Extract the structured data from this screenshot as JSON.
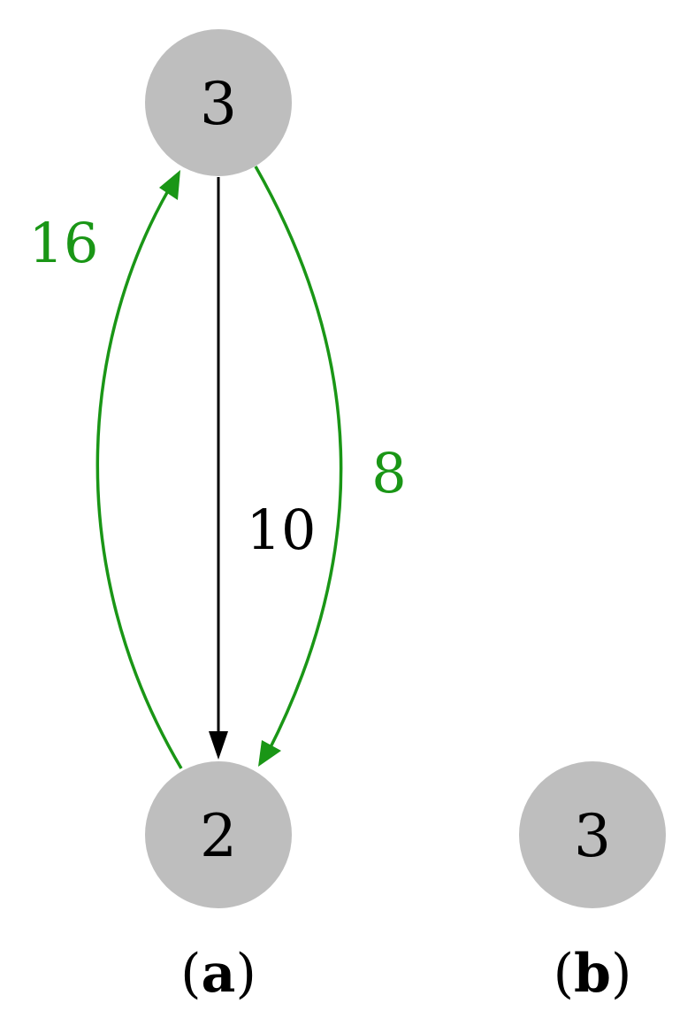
{
  "colors": {
    "node_fill": "#bebebe",
    "green_edge": "#1a9616",
    "black_edge": "#000000"
  },
  "panel_a": {
    "caption_open": "(",
    "caption_letter": "a",
    "caption_close": ")",
    "nodes": [
      {
        "label": "3"
      },
      {
        "label": "2"
      }
    ],
    "edges": [
      {
        "label": "16",
        "from": "2",
        "to": "3",
        "color": "green"
      },
      {
        "label": "10",
        "from": "3",
        "to": "2",
        "color": "black"
      },
      {
        "label": "8",
        "from": "3",
        "to": "2",
        "color": "green"
      }
    ]
  },
  "panel_b": {
    "caption_open": "(",
    "caption_letter": "b",
    "caption_close": ")",
    "nodes": [
      {
        "label": "3"
      }
    ]
  }
}
